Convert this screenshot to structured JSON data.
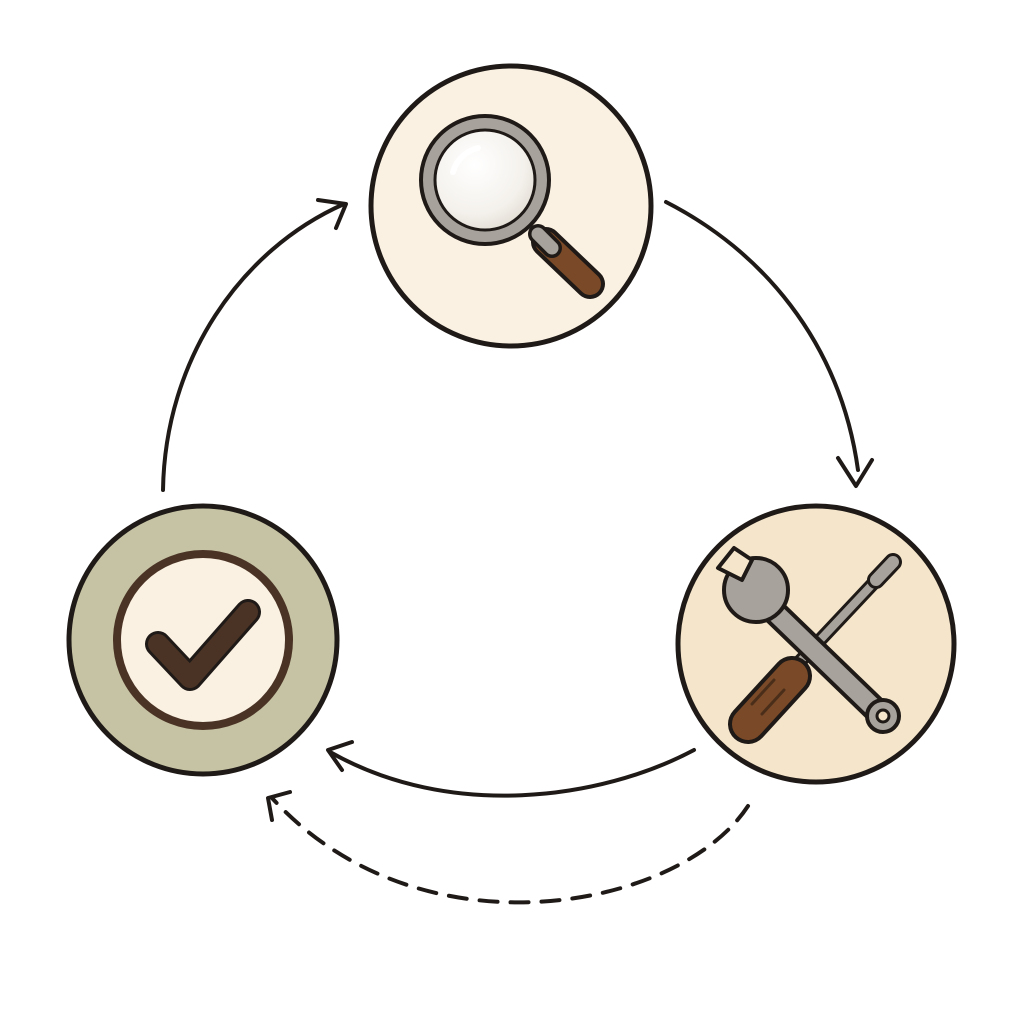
{
  "diagram": {
    "type": "cycle",
    "nodes": [
      {
        "id": "inspect",
        "icon": "magnifying-glass-icon",
        "fill": "#faf1e2"
      },
      {
        "id": "fix",
        "icon": "wrench-and-screwdriver-icon",
        "fill": "#f5e6cb"
      },
      {
        "id": "verify",
        "icon": "checkmark-icon",
        "fill": "#c6c3a4"
      }
    ],
    "edges": [
      {
        "from": "inspect",
        "to": "fix",
        "style": "solid"
      },
      {
        "from": "fix",
        "to": "verify",
        "style": "solid"
      },
      {
        "from": "fix",
        "to": "verify",
        "style": "dashed"
      },
      {
        "from": "verify",
        "to": "inspect",
        "style": "solid"
      }
    ],
    "colors": {
      "outline": "#1f1a17",
      "handle_brown": "#7a4a28",
      "metal_gray": "#a7a39c",
      "check_brown": "#4a3325",
      "check_inner": "#faf1e2"
    }
  }
}
